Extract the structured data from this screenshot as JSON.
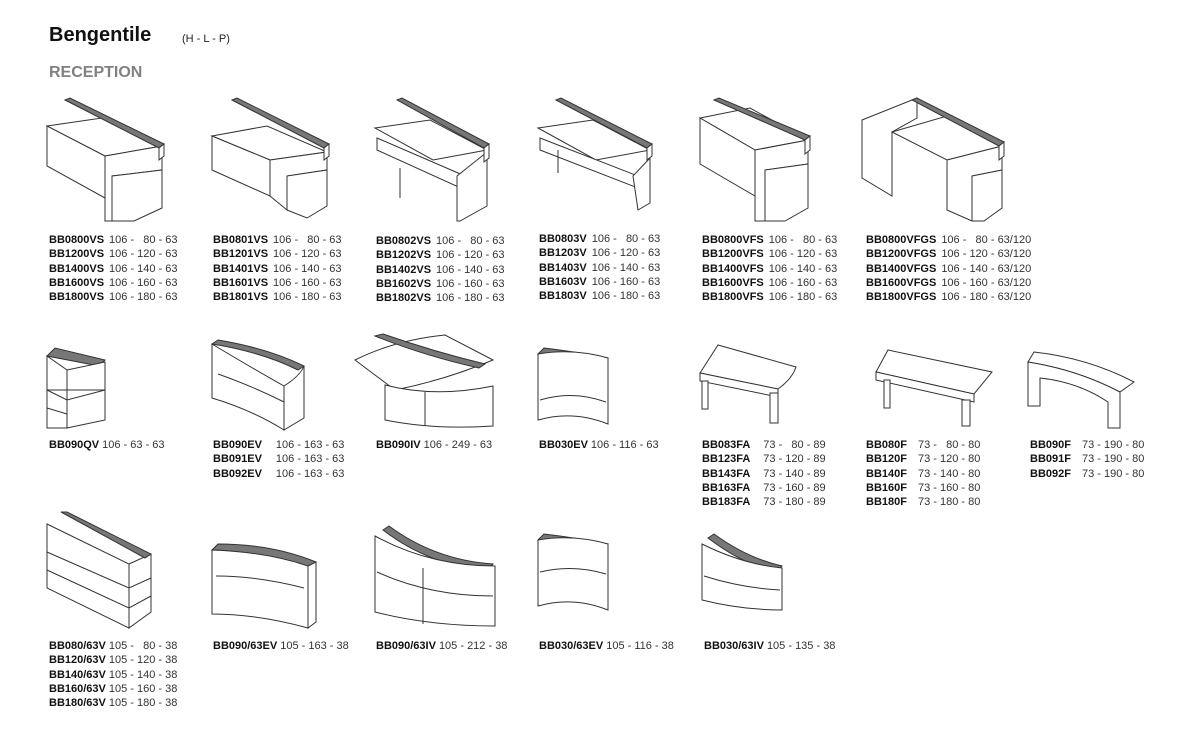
{
  "header": {
    "title": "Bengentile",
    "dims_note": "(H - L - P)",
    "section": "RECEPTION"
  },
  "groups": [
    {
      "items": [
        {
          "code": "BB0800VS",
          "dims": "106 -   80 - 63"
        },
        {
          "code": "BB1200VS",
          "dims": "106 - 120 - 63"
        },
        {
          "code": "BB1400VS",
          "dims": "106 - 140 - 63"
        },
        {
          "code": "BB1600VS",
          "dims": "106 - 160 - 63"
        },
        {
          "code": "BB1800VS",
          "dims": "106 - 180 - 63"
        }
      ]
    },
    {
      "items": [
        {
          "code": "BB0801VS",
          "dims": "106 -   80 - 63"
        },
        {
          "code": "BB1201VS",
          "dims": "106 - 120 - 63"
        },
        {
          "code": "BB1401VS",
          "dims": "106 - 140 - 63"
        },
        {
          "code": "BB1601VS",
          "dims": "106 - 160 - 63"
        },
        {
          "code": "BB1801VS",
          "dims": "106 - 180 - 63"
        }
      ]
    },
    {
      "items": [
        {
          "code": "BB0802VS",
          "dims": "106 -   80 - 63"
        },
        {
          "code": "BB1202VS",
          "dims": "106 - 120 - 63"
        },
        {
          "code": "BB1402VS",
          "dims": "106 - 140 - 63"
        },
        {
          "code": "BB1602VS",
          "dims": "106 - 160 - 63"
        },
        {
          "code": "BB1802VS",
          "dims": "106 - 180 - 63"
        }
      ]
    },
    {
      "items": [
        {
          "code": "BB0803V",
          "dims": "106 -   80 - 63"
        },
        {
          "code": "BB1203V",
          "dims": "106 - 120 - 63"
        },
        {
          "code": "BB1403V",
          "dims": "106 - 140 - 63"
        },
        {
          "code": "BB1603V",
          "dims": "106 - 160 - 63"
        },
        {
          "code": "BB1803V",
          "dims": "106 - 180 - 63"
        }
      ]
    },
    {
      "items": [
        {
          "code": "BB0800VFS",
          "dims": "106 -   80 - 63"
        },
        {
          "code": "BB1200VFS",
          "dims": "106 - 120 - 63"
        },
        {
          "code": "BB1400VFS",
          "dims": "106 - 140 - 63"
        },
        {
          "code": "BB1600VFS",
          "dims": "106 - 160 - 63"
        },
        {
          "code": "BB1800VFS",
          "dims": "106 - 180 - 63"
        }
      ]
    },
    {
      "items": [
        {
          "code": "BB0800VFGS",
          "dims": "106 -   80 - 63/120"
        },
        {
          "code": "BB1200VFGS",
          "dims": "106 - 120 - 63/120"
        },
        {
          "code": "BB1400VFGS",
          "dims": "106 - 140 - 63/120"
        },
        {
          "code": "BB1600VFGS",
          "dims": "106 - 160 - 63/120"
        },
        {
          "code": "BB1800VFGS",
          "dims": "106 - 180 - 63/120"
        }
      ]
    },
    {
      "items": [
        {
          "code": "BB090QV",
          "dims": "106 - 63 - 63"
        }
      ]
    },
    {
      "items": [
        {
          "code": "BB090EV",
          "dims": "106 - 163 - 63"
        },
        {
          "code": "BB091EV",
          "dims": "106 - 163 - 63"
        },
        {
          "code": "BB092EV",
          "dims": "106 - 163 - 63"
        }
      ]
    },
    {
      "items": [
        {
          "code": "BB090IV",
          "dims": "106 - 249 - 63"
        }
      ]
    },
    {
      "items": [
        {
          "code": "BB030EV",
          "dims": "106 - 116 - 63"
        }
      ]
    },
    {
      "items": [
        {
          "code": "BB083FA",
          "dims": "73 -   80 - 89"
        },
        {
          "code": "BB123FA",
          "dims": "73 - 120 - 89"
        },
        {
          "code": "BB143FA",
          "dims": "73 - 140 - 89"
        },
        {
          "code": "BB163FA",
          "dims": "73 - 160 - 89"
        },
        {
          "code": "BB183FA",
          "dims": "73 - 180 - 89"
        }
      ]
    },
    {
      "items": [
        {
          "code": "BB080F",
          "dims": "73 -   80 - 80"
        },
        {
          "code": "BB120F",
          "dims": "73 - 120 - 80"
        },
        {
          "code": "BB140F",
          "dims": "73 - 140 - 80"
        },
        {
          "code": "BB160F",
          "dims": "73 - 160 - 80"
        },
        {
          "code": "BB180F",
          "dims": "73 - 180 - 80"
        }
      ]
    },
    {
      "items": [
        {
          "code": "BB090F",
          "dims": "73 - 190 - 80"
        },
        {
          "code": "BB091F",
          "dims": "73 - 190 - 80"
        },
        {
          "code": "BB092F",
          "dims": "73 - 190 - 80"
        }
      ]
    },
    {
      "items": [
        {
          "code": "BB080/63V",
          "dims": "105 -   80 - 38"
        },
        {
          "code": "BB120/63V",
          "dims": "105 - 120 - 38"
        },
        {
          "code": "BB140/63V",
          "dims": "105 - 140 - 38"
        },
        {
          "code": "BB160/63V",
          "dims": "105 - 160 - 38"
        },
        {
          "code": "BB180/63V",
          "dims": "105 - 180 - 38"
        }
      ]
    },
    {
      "items": [
        {
          "code": "BB090/63EV",
          "dims": "105 - 163 - 38"
        }
      ]
    },
    {
      "items": [
        {
          "code": "BB090/63IV",
          "dims": "105 - 212 - 38"
        }
      ]
    },
    {
      "items": [
        {
          "code": "BB030/63EV",
          "dims": "105 - 116 - 38"
        }
      ]
    },
    {
      "items": [
        {
          "code": "BB030/63IV",
          "dims": "105 - 135 - 38"
        }
      ]
    }
  ]
}
